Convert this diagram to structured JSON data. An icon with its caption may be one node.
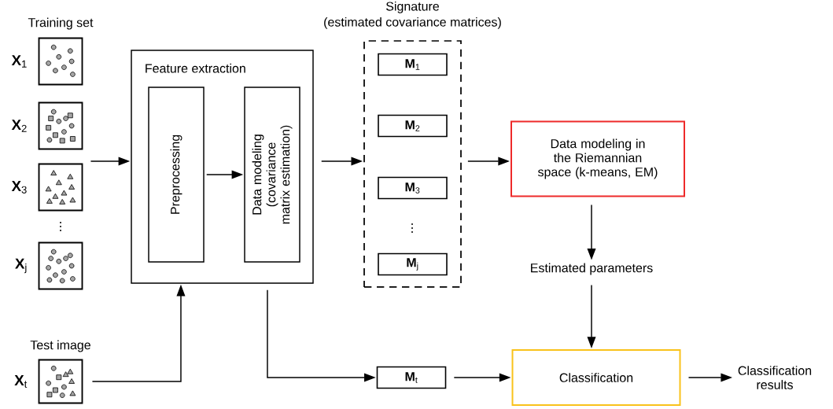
{
  "diagram": {
    "nodes": [
      {
        "text": [],
        "shape": "picture",
        "beside": [
          "**X**$_{1}$"
        ]
      },
      {
        "text": [],
        "shape": "picture",
        "beside": [
          "**X**$_{2}$"
        ]
      },
      {
        "text": [],
        "shape": "picture",
        "beside": [
          "**X**$_{3}$"
        ]
      },
      {
        "text": [],
        "shape": "picture",
        "beside": [
          "**X**$_{j}$"
        ]
      },
      {
        "text": [
          "Feature extraction"
        ]
      },
      {
        "text": [
          "Preprocessing"
        ],
        "in": 4
      },
      {
        "text": [
          "Data modeling (covariance matrix estimation)"
        ],
        "in": 4
      },
      {
        "text": [
          "Signature",
          "(estimated covariance matrices)"
        ]
      },
      {
        "text": [
          "**M**$_{1}$"
        ],
        "in": 7
      },
      {
        "text": [
          "**M**$_{2}$"
        ],
        "in": 7
      },
      {
        "text": [
          "**M**$_{3}$"
        ],
        "in": 7
      },
      {
        "text": [
          "**M**$_{j}$"
        ],
        "in": 7
      },
      {
        "text": [
          "Data modeling in the Riemannian space (k-means, EM)"
        ]
      },
      {
        "text": [
          "Estimated parameters"
        ]
      },
      {
        "text": [],
        "shape": "picture",
        "beside": [
          "**X**$_{t}$"
        ]
      },
      {
        "text": [
          "**M**$_{t}$"
        ]
      },
      {
        "text": [
          "Classification"
        ]
      },
      {
        "text": [
          "Classification results"
        ]
      }
    ],
    "edges": [
      {
        "from": 2,
        "to": 4,
        "arrow": "to"
      },
      {
        "from": 5,
        "to": 6,
        "arrow": "to"
      },
      {
        "from": 4,
        "to": 7,
        "arrow": "to"
      },
      {
        "from": 7,
        "to": 12,
        "arrow": "to"
      },
      {
        "from": 12,
        "to": 13,
        "arrow": "to"
      },
      {
        "from": 13,
        "to": 16,
        "arrow": "to"
      },
      {
        "from": 14,
        "to": 4,
        "arrow": "to"
      },
      {
        "from": 4,
        "to": 15,
        "arrow": "to"
      },
      {
        "from": 15,
        "to": 16,
        "arrow": "to"
      },
      {
        "from": 16,
        "to": 17,
        "arrow": "to"
      }
    ],
    "labels": [
      "Training set",
      "⋮",
      "⋮",
      "Test image"
    ]
  }
}
